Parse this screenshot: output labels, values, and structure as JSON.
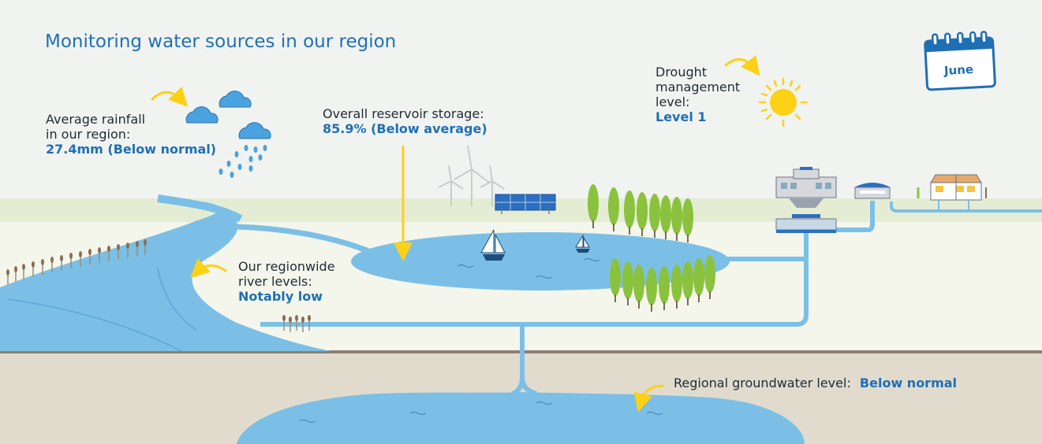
{
  "title": "Monitoring water sources in our region",
  "calendar": {
    "month": "June"
  },
  "rainfall": {
    "label_line1": "Average rainfall",
    "label_line2": "in our region:",
    "value": "27.4mm (Below normal)"
  },
  "reservoir": {
    "label": "Overall reservoir storage:",
    "value": "85.9% (Below average)"
  },
  "drought": {
    "label_line1": "Drought",
    "label_line2": "management",
    "label_line3": "level:",
    "value": "Level 1"
  },
  "river": {
    "label_line1": "Our regionwide",
    "label_line2": "river levels:",
    "value": "Notably low"
  },
  "groundwater": {
    "label": "Regional groundwater level:",
    "value": "Below normal"
  },
  "colors": {
    "title_blue": "#1f6fb5",
    "water": "#7cbfe6",
    "water_dark": "#5aa8d9",
    "sun": "#fcd116",
    "field": "#f4f6ec",
    "ground": "#e1dbce",
    "tree": "#8ac23e"
  }
}
